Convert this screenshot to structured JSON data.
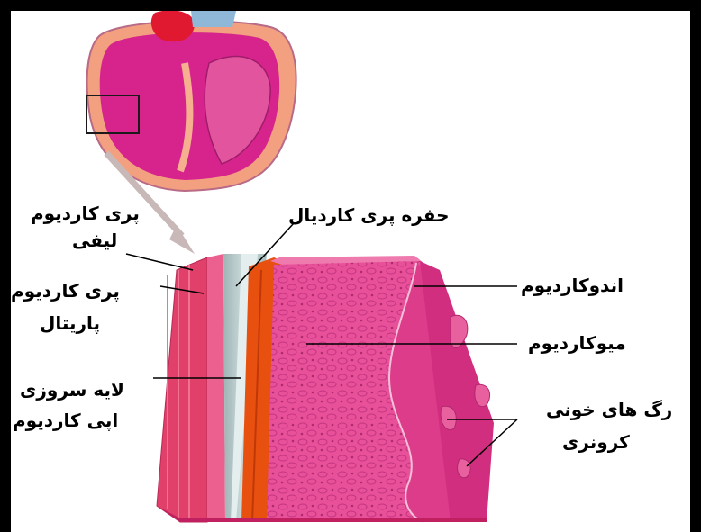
{
  "labels": {
    "fibrous_pericardium": [
      "پری کاردیوم",
      "لیفی"
    ],
    "pericardial_cavity": "حفره پری کاردیال",
    "parietal_pericardium": [
      "پری کاردیوم",
      "پاریتال"
    ],
    "serous_epicardium": [
      "لایه سروزی",
      "اپی کاردیوم"
    ],
    "endocardium": "اندوکاردیوم",
    "myocardium": "میوکاردیوم",
    "coronary_vessels": [
      "رگ های خونی",
      "کرونری"
    ]
  },
  "colors": {
    "heart_muscle": "#d6248c",
    "heart_inner": "#e2559e",
    "outer_layer": "#f2a080",
    "fibrous": "#e0406a",
    "serous_gray": "#b6c8c8",
    "epicardium_orange": "#e85010",
    "myocardium": "#e8509a",
    "leader_line": "#000000"
  }
}
